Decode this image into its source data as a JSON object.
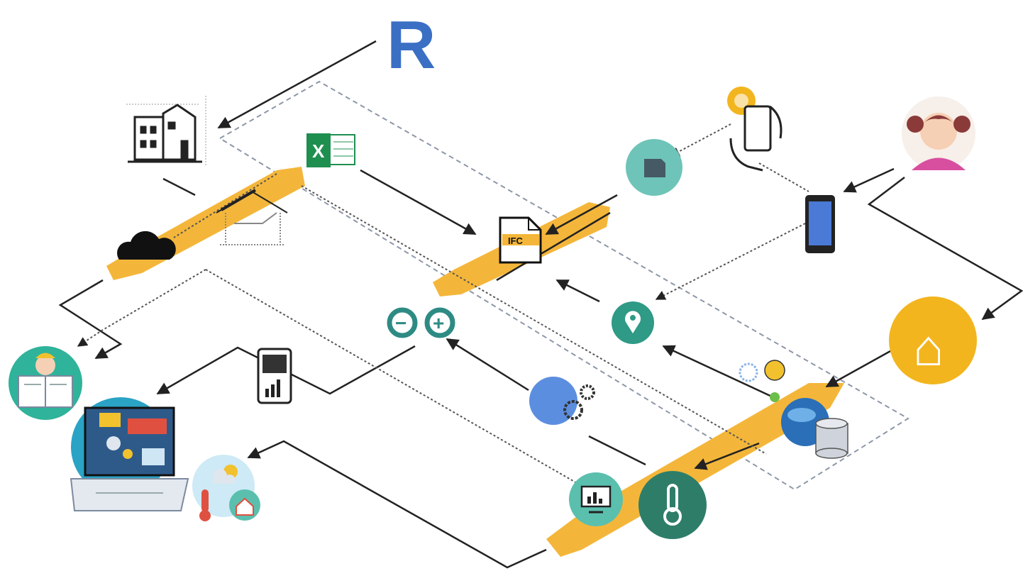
{
  "diagram": {
    "colors": {
      "strip": "#f4b63a",
      "teal": "#5bbfae",
      "teal_dark": "#2f9a86",
      "dark_green": "#2e7d69",
      "gold": "#f2b51e",
      "revit_blue": "#3a6fc4",
      "excel_green": "#1f8f50",
      "line": "#222222",
      "dashed_frame": "#8d97a8"
    },
    "texts": {
      "revit_letter": "R",
      "excel_letter": "X",
      "file_label": "IFC",
      "arduino_minus": "−",
      "arduino_plus": "+",
      "home_glyph": "⌂",
      "thermo_glyph": "🌡",
      "pin_glyph": "●"
    },
    "icons": [
      "revit-logo-icon",
      "building-blueprint-icon",
      "excel-icon",
      "cloud-icon",
      "roof-structure-icon",
      "file-document-icon",
      "sensor-chip-icon",
      "hand-smartphone-icon",
      "smartphone-icon",
      "user-avatar-icon",
      "house-icon",
      "location-pin-icon",
      "arduino-icon",
      "tablet-chart-icon",
      "cloud-gears-icon",
      "weather-icons",
      "database-globe-icon",
      "thermometer-icon",
      "monitor-chart-icon",
      "engineer-reading-icon",
      "laptop-dashboard-icon",
      "weather-home-icon"
    ]
  }
}
